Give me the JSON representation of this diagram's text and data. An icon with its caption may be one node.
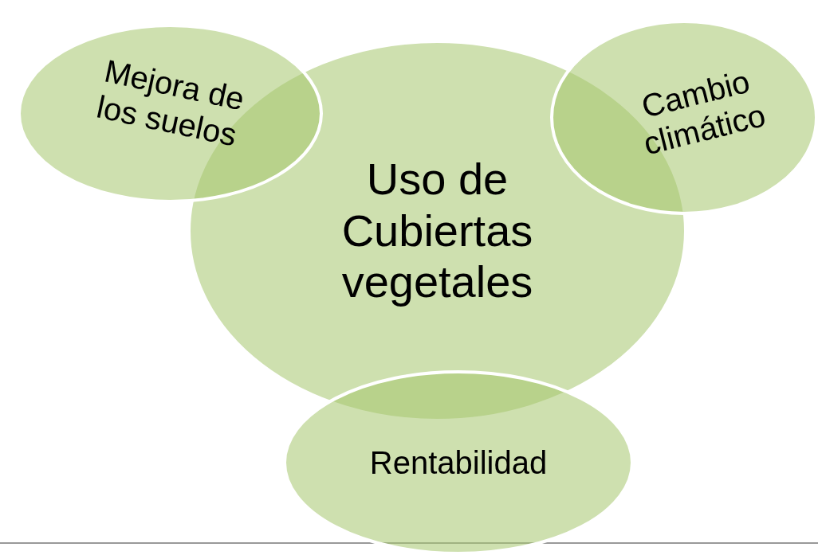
{
  "diagram": {
    "nodes": [
      {
        "text": [
          "Mejora de los suelos"
        ]
      },
      {
        "text": [
          "Cambio climático"
        ]
      },
      {
        "text": [
          "Uso de Cubiertas vegetales"
        ]
      },
      {
        "text": [
          "Rentabilidad"
        ]
      }
    ]
  }
}
